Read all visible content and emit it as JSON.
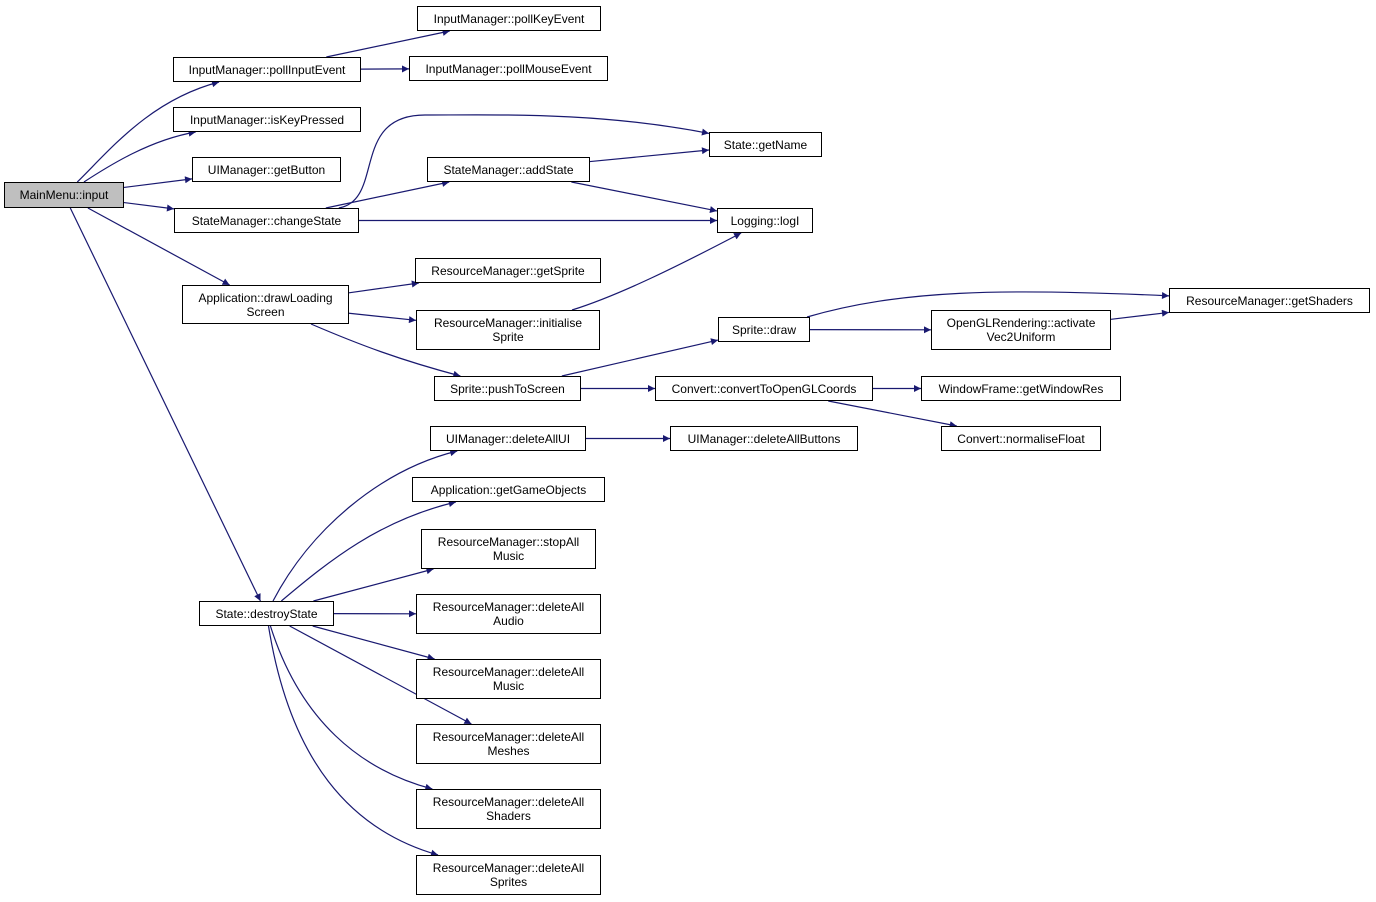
{
  "colors": {
    "edge": "#191970",
    "root_fill": "#bfbfbf",
    "node_fill": "#ffffff",
    "border": "#000000"
  },
  "nodes": {
    "main_input": {
      "lines": [
        "MainMenu::input"
      ]
    },
    "poll_input_event": {
      "lines": [
        "InputManager::pollInputEvent"
      ]
    },
    "poll_key_event": {
      "lines": [
        "InputManager::pollKeyEvent"
      ]
    },
    "poll_mouse_event": {
      "lines": [
        "InputManager::pollMouseEvent"
      ]
    },
    "is_key_pressed": {
      "lines": [
        "InputManager::isKeyPressed"
      ]
    },
    "get_button": {
      "lines": [
        "UIManager::getButton"
      ]
    },
    "change_state": {
      "lines": [
        "StateManager::changeState"
      ]
    },
    "add_state": {
      "lines": [
        "StateManager::addState"
      ]
    },
    "get_name": {
      "lines": [
        "State::getName"
      ]
    },
    "logging": {
      "lines": [
        "Logging::logI"
      ]
    },
    "draw_loading": {
      "lines": [
        "Application::drawLoading",
        "Screen"
      ]
    },
    "get_sprite": {
      "lines": [
        "ResourceManager::getSprite"
      ]
    },
    "init_sprite": {
      "lines": [
        "ResourceManager::initialise",
        "Sprite"
      ]
    },
    "sprite_draw": {
      "lines": [
        "Sprite::draw"
      ]
    },
    "ogl_activate": {
      "lines": [
        "OpenGLRendering::activate",
        "Vec2Uniform"
      ]
    },
    "get_shaders": {
      "lines": [
        "ResourceManager::getShaders"
      ]
    },
    "push_to_screen": {
      "lines": [
        "Sprite::pushToScreen"
      ]
    },
    "convert_coords": {
      "lines": [
        "Convert::convertToOpenGLCoords"
      ]
    },
    "get_window_res": {
      "lines": [
        "WindowFrame::getWindowRes"
      ]
    },
    "normalise_float": {
      "lines": [
        "Convert::normaliseFloat"
      ]
    },
    "delete_all_ui": {
      "lines": [
        "UIManager::deleteAllUI"
      ]
    },
    "delete_all_buttons": {
      "lines": [
        "UIManager::deleteAllButtons"
      ]
    },
    "get_game_objects": {
      "lines": [
        "Application::getGameObjects"
      ]
    },
    "stop_all_music": {
      "lines": [
        "ResourceManager::stopAll",
        "Music"
      ]
    },
    "destroy_state": {
      "lines": [
        "State::destroyState"
      ]
    },
    "delete_all_audio": {
      "lines": [
        "ResourceManager::deleteAll",
        "Audio"
      ]
    },
    "delete_all_music": {
      "lines": [
        "ResourceManager::deleteAll",
        "Music"
      ]
    },
    "delete_all_meshes": {
      "lines": [
        "ResourceManager::deleteAll",
        "Meshes"
      ]
    },
    "delete_all_shaders": {
      "lines": [
        "ResourceManager::deleteAll",
        "Shaders"
      ]
    },
    "delete_all_sprites": {
      "lines": [
        "ResourceManager::deleteAll",
        "Sprites"
      ]
    }
  },
  "edges": [
    [
      "main_input",
      "poll_input_event"
    ],
    [
      "main_input",
      "is_key_pressed"
    ],
    [
      "main_input",
      "get_button"
    ],
    [
      "main_input",
      "change_state"
    ],
    [
      "main_input",
      "draw_loading"
    ],
    [
      "main_input",
      "destroy_state"
    ],
    [
      "poll_input_event",
      "poll_key_event"
    ],
    [
      "poll_input_event",
      "poll_mouse_event"
    ],
    [
      "change_state",
      "get_name"
    ],
    [
      "change_state",
      "add_state"
    ],
    [
      "change_state",
      "logging"
    ],
    [
      "add_state",
      "get_name"
    ],
    [
      "add_state",
      "logging"
    ],
    [
      "draw_loading",
      "get_sprite"
    ],
    [
      "draw_loading",
      "init_sprite"
    ],
    [
      "draw_loading",
      "push_to_screen"
    ],
    [
      "init_sprite",
      "logging"
    ],
    [
      "push_to_screen",
      "sprite_draw"
    ],
    [
      "push_to_screen",
      "convert_coords"
    ],
    [
      "sprite_draw",
      "get_shaders"
    ],
    [
      "sprite_draw",
      "ogl_activate"
    ],
    [
      "ogl_activate",
      "get_shaders"
    ],
    [
      "convert_coords",
      "get_window_res"
    ],
    [
      "convert_coords",
      "normalise_float"
    ],
    [
      "destroy_state",
      "delete_all_ui"
    ],
    [
      "destroy_state",
      "get_game_objects"
    ],
    [
      "destroy_state",
      "stop_all_music"
    ],
    [
      "destroy_state",
      "delete_all_audio"
    ],
    [
      "destroy_state",
      "delete_all_music"
    ],
    [
      "destroy_state",
      "delete_all_meshes"
    ],
    [
      "destroy_state",
      "delete_all_shaders"
    ],
    [
      "destroy_state",
      "delete_all_sprites"
    ],
    [
      "delete_all_ui",
      "delete_all_buttons"
    ]
  ]
}
